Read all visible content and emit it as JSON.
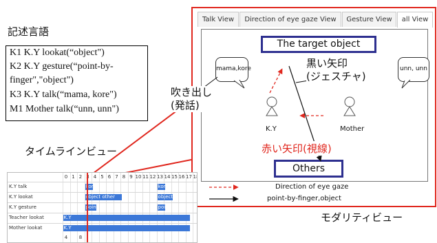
{
  "titles": {
    "code_title": "記述言語",
    "timeline_title": "タイムラインビュー",
    "modality_title": "モダリティビュー"
  },
  "code_lines": [
    "K1  K.Y lookat(“object\")",
    "K2  K.Y gesture(“point-by-",
    "finger\",\"object\")",
    "K3  K.Y talk(“mama, kore\")",
    "M1  Mother talk(“unn, unn\")"
  ],
  "modality_view": {
    "tabs": [
      "Talk View",
      "Direction of eye gaze View",
      "Gesture View",
      "all View"
    ],
    "active_tab": "all View",
    "target_label": "The target object",
    "others_label": "Others",
    "persons": [
      "K.Y",
      "Mother"
    ],
    "bubble_left": "mama,kore",
    "bubble_right": "unn, unn",
    "legend": [
      {
        "label": "Direction of eye gaze",
        "style": "dashed-red"
      },
      {
        "label": "point-by-finger,object",
        "style": "solid-black"
      }
    ]
  },
  "annotations": {
    "speech_bubble": [
      "吹き出し",
      "(発話)"
    ],
    "black_arrow": [
      "黒い矢印",
      "(ジェスチャ)"
    ],
    "red_arrow": "赤い矢印(視線)"
  },
  "timeline": {
    "numbers": [
      "0",
      "1",
      "2",
      "3",
      "4",
      "5",
      "6",
      "7",
      "8",
      "9",
      "10",
      "11",
      "12",
      "13",
      "14",
      "15",
      "16",
      "17",
      "18"
    ],
    "rows": [
      {
        "label": "K.Y talk",
        "bars": [
          {
            "text": "kore",
            "start": 3.1,
            "end": 4.1
          },
          {
            "text": "kore",
            "start": 13.1,
            "end": 14.1
          }
        ]
      },
      {
        "label": "K.Y lookat",
        "bars": [
          {
            "text": "object other",
            "start": 3.1,
            "end": 8.1
          },
          {
            "text": "object",
            "start": 13.1,
            "end": 15.1
          }
        ]
      },
      {
        "label": "K.Y gesture",
        "bars": [
          {
            "text": "pointat",
            "start": 3.1,
            "end": 4.6
          },
          {
            "text": "pointat",
            "start": 13.1,
            "end": 14.1
          }
        ]
      },
      {
        "label": "Teacher lookat",
        "bars": [
          {
            "text": "K.Y",
            "start": 0.05,
            "end": 17.5
          }
        ]
      },
      {
        "label": "Mother lookat",
        "bars": [
          {
            "text": "K.Y",
            "start": 0.05,
            "end": 17.5
          }
        ]
      }
    ],
    "footer": [
      "4",
      "8"
    ]
  },
  "colors": {
    "red": "#e0271e",
    "navy": "#2d2f8f",
    "bar": "#3c78d8"
  }
}
